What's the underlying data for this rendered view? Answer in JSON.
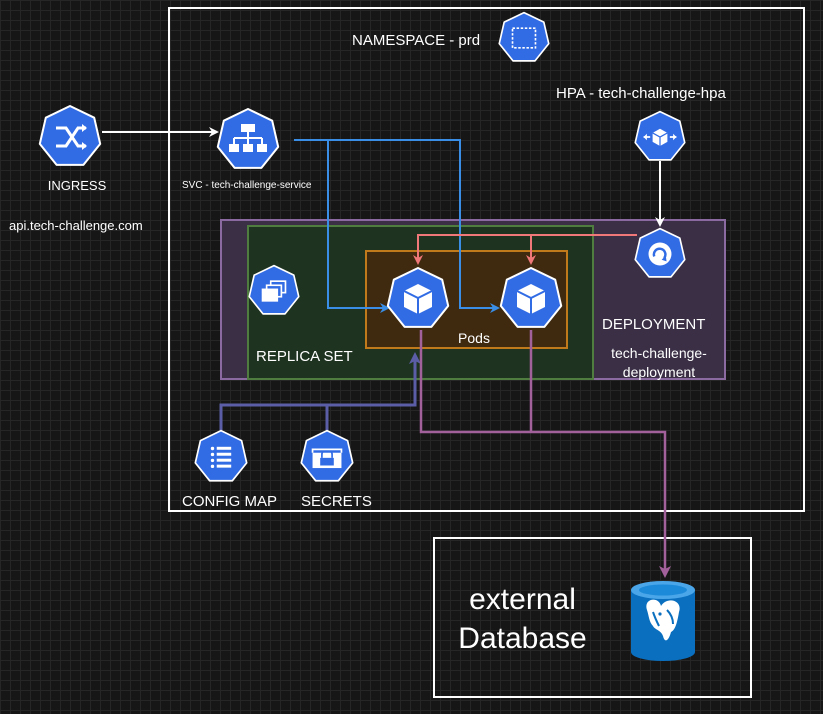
{
  "namespace": {
    "label": "NAMESPACE - prd",
    "icon": "namespace-icon"
  },
  "hpa": {
    "label": "HPA - tech-challenge-hpa",
    "icon": "hpa-icon"
  },
  "ingress": {
    "label": "INGRESS",
    "host": "api.tech-challenge.com",
    "icon": "ingress-icon"
  },
  "service": {
    "label": "SVC - tech-challenge-service",
    "icon": "service-icon"
  },
  "replicaset": {
    "label": "REPLICA SET",
    "icon": "replicaset-icon"
  },
  "pods": {
    "label": "Pods",
    "icon": "pod-icon"
  },
  "deployment": {
    "label": "DEPLOYMENT",
    "name": "tech-challenge-deployment",
    "icon": "deployment-icon"
  },
  "configmap": {
    "label": "CONFIG MAP",
    "icon": "configmap-icon"
  },
  "secrets": {
    "label": "SECRETS",
    "icon": "secret-icon"
  },
  "database": {
    "label": "external Database",
    "icon": "postgresql-icon"
  },
  "colors": {
    "k8s_blue": "#326ce5",
    "service_link": "#3a8ee6",
    "deployment_link": "#f07878",
    "config_link": "#5b5ea6",
    "db_link": "#a2619a",
    "replicaset_fill": "#1f3321",
    "replicaset_border": "#4f7d3f",
    "pods_fill": "#3f2a10",
    "pods_border": "#c07a1c",
    "deployment_fill": "#3a2f45",
    "deployment_border": "#8a6aa0"
  }
}
